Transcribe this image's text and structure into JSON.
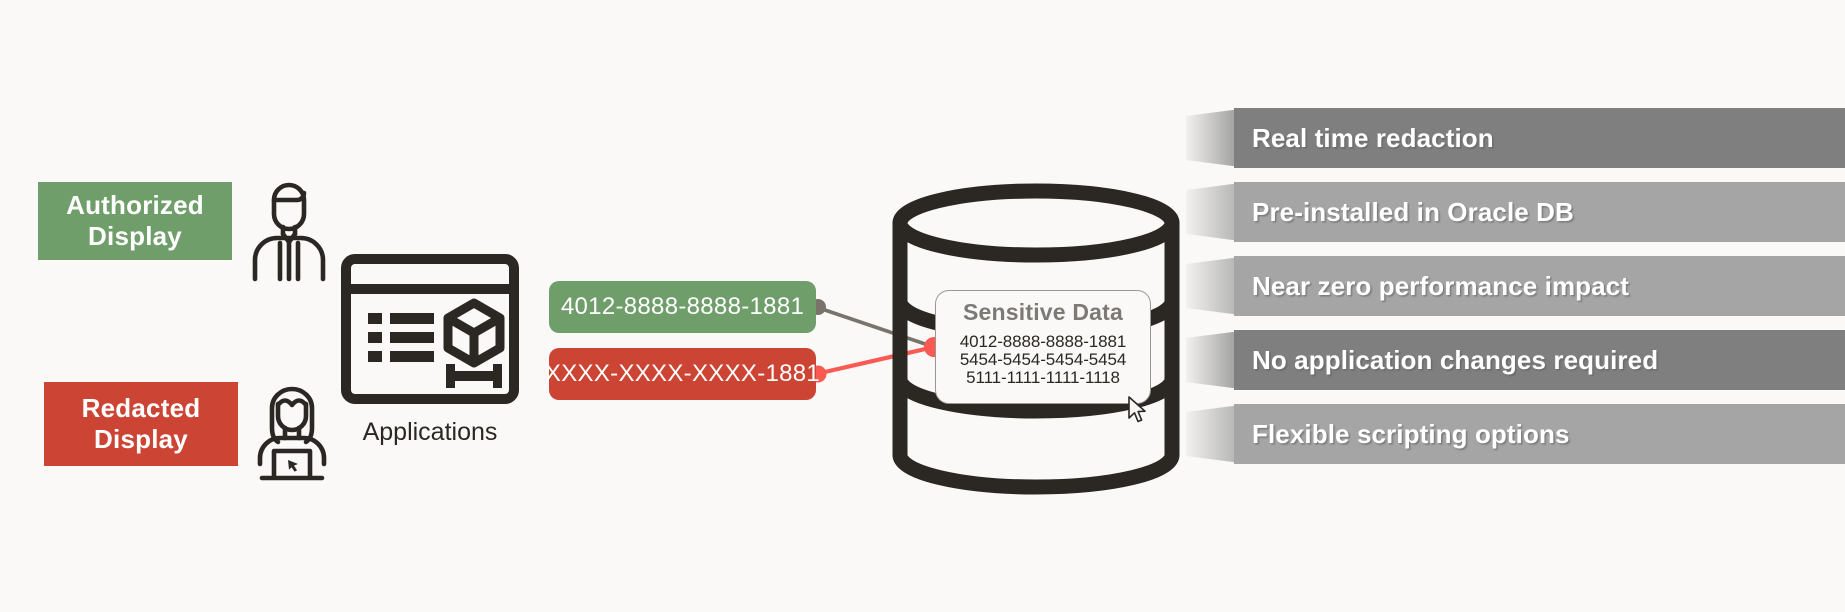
{
  "background_color": "#faf9f7",
  "roles": [
    {
      "id": "authorized",
      "line1": "Authorized",
      "line2": "Display",
      "color": "#6f9e6b",
      "icon": "businessman-icon"
    },
    {
      "id": "redacted",
      "line1": "Redacted",
      "line2": "Display",
      "color": "#cc4433",
      "icon": "female-analyst-laptop-icon"
    }
  ],
  "applications": {
    "label": "Applications",
    "icon": "application-window-icon"
  },
  "pills": [
    {
      "id": "clear",
      "value": "4012-8888-8888-1881",
      "color": "#6f9e6b",
      "connector_color": "#7a736c"
    },
    {
      "id": "masked",
      "value": "XXXX-XXXX-XXXX-1881",
      "color": "#cc4433",
      "connector_color": "#fb5a52"
    }
  ],
  "database": {
    "icon": "database-cylinder-icon",
    "stroke_color": "#2b2723",
    "panel_title": "Sensitive Data",
    "records": [
      "4012-8888-8888-1881",
      "5454-5454-5454-5454",
      "5111-1111-1111-1118"
    ]
  },
  "benefits": {
    "tone_dark": "#7f7f7f",
    "tone_light": "#a5a5a5",
    "items": [
      {
        "label": "Real time redaction",
        "tone": "dark"
      },
      {
        "label": "Pre-installed in Oracle DB",
        "tone": "light"
      },
      {
        "label": "Near zero performance impact",
        "tone": "light"
      },
      {
        "label": "No application changes required",
        "tone": "dark"
      },
      {
        "label": "Flexible scripting options",
        "tone": "light"
      }
    ]
  },
  "cursor": {
    "icon": "mouse-pointer-icon"
  }
}
